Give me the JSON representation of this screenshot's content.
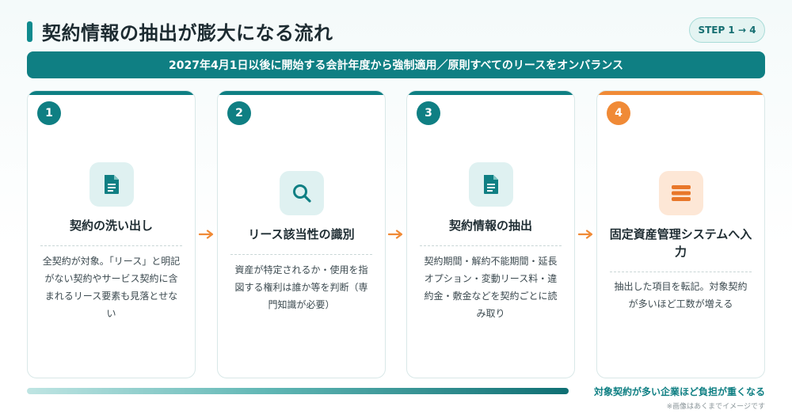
{
  "header": {
    "title": "契約情報の抽出が膨大になる流れ",
    "step_badge": "STEP 1 → 4"
  },
  "banner": {
    "text": "2027年4月1日以後に開始する会計年度から強制適用／原則すべてのリースをオンバランス"
  },
  "cards": [
    {
      "number": "1",
      "icon": "document-icon",
      "title": "契約の洗い出し",
      "description": "全契約が対象。「リース」と明記がない契約やサービス契約に含まれるリース要素も見落とせない"
    },
    {
      "number": "2",
      "icon": "search-icon",
      "title": "リース該当性の識別",
      "description": "資産が特定されるか・使用を指図する権利は誰か等を判断（専門知識が必要）"
    },
    {
      "number": "3",
      "icon": "document-icon",
      "title": "契約情報の抽出",
      "description": "契約期間・解約不能期間・延長オプション・変動リース料・違約金・敷金などを契約ごとに読み取り"
    },
    {
      "number": "4",
      "icon": "menu-bars-icon",
      "title": "固定資産管理システムへ入力",
      "description": "抽出した項目を転記。対象契約が多いほど工数が増える"
    }
  ],
  "footer": {
    "burden_label": "対象契約が多い企業ほど負担が重くなる",
    "image_note": "※画像はあくまでイメージです"
  },
  "colors": {
    "teal": "#0f7f83",
    "orange": "#f08a36",
    "teal_light": "#dff1f1",
    "orange_light": "#fde7d6"
  }
}
